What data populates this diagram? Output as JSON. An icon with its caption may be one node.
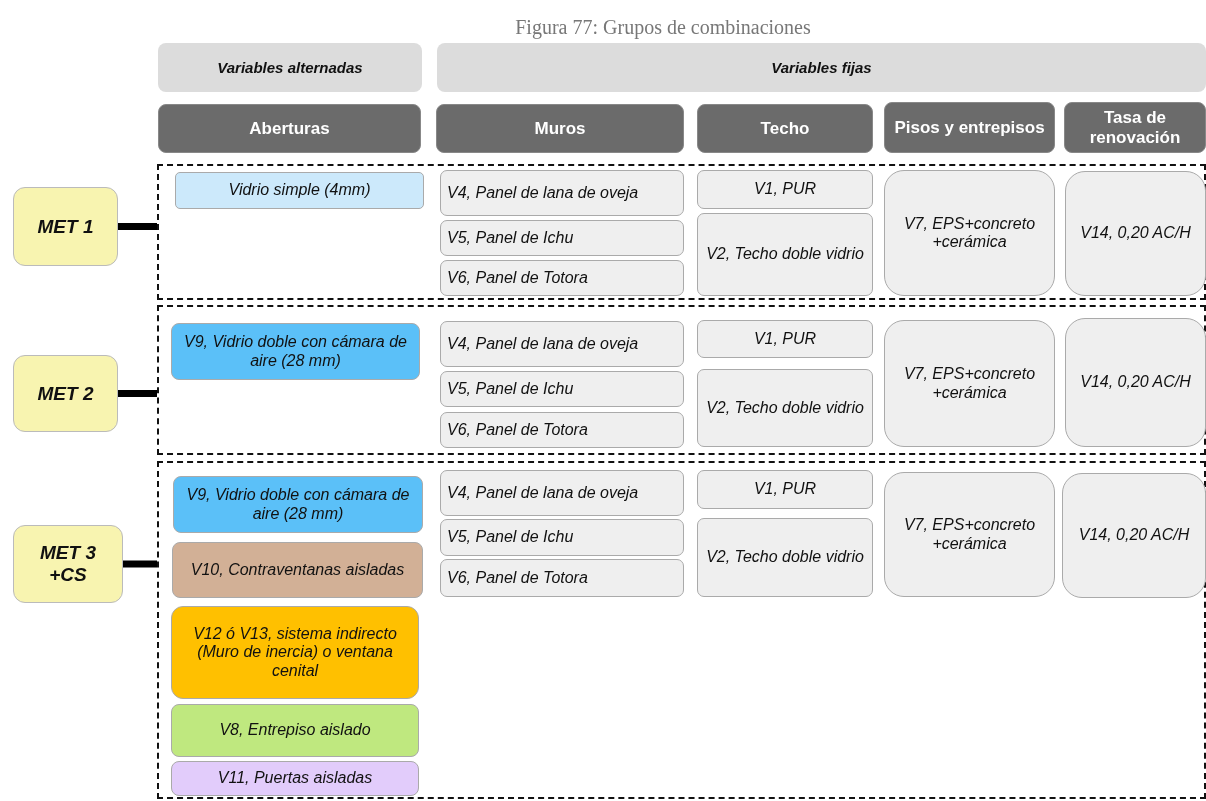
{
  "diagram": {
    "title": "Figura 77: Grupos de combinaciones",
    "nodes": [
      {
        "text": [
          "Variables alternadas"
        ]
      },
      {
        "text": [
          "Variables fijas"
        ]
      },
      {
        "text": [
          "Aberturas"
        ]
      },
      {
        "text": [
          "Muros"
        ]
      },
      {
        "text": [
          "Techo"
        ]
      },
      {
        "text": [
          "Pisos y entrepisos"
        ]
      },
      {
        "text": [
          "Tasa de renovación"
        ]
      },
      {
        "text": [
          "MET 1"
        ]
      },
      {
        "text": [],
        "shape": "box"
      },
      {
        "text": [
          "Vidrio simple (4mm)"
        ],
        "in": 8
      },
      {
        "text": [
          "V4, Panel de lana de oveja"
        ],
        "in": 8
      },
      {
        "text": [
          "V5, Panel de Ichu"
        ],
        "in": 8
      },
      {
        "text": [
          "V6, Panel de Totora"
        ],
        "in": 8
      },
      {
        "text": [
          "V1, PUR"
        ],
        "in": 8
      },
      {
        "text": [
          "V2, Techo doble vidrio"
        ],
        "in": 8
      },
      {
        "text": [
          "V7, EPS+concreto +cerámica"
        ],
        "in": 8
      },
      {
        "text": [
          "V14,  0,20 AC/H"
        ],
        "in": 8
      },
      {
        "text": [
          "MET 2"
        ]
      },
      {
        "text": [],
        "shape": "box"
      },
      {
        "text": [
          "V9, Vidrio doble con cámara de aire (28 mm)"
        ],
        "in": 18
      },
      {
        "text": [
          "V4, Panel de lana de oveja"
        ],
        "in": 18
      },
      {
        "text": [
          "V5, Panel de Ichu"
        ],
        "in": 18
      },
      {
        "text": [
          "V6, Panel de Totora"
        ],
        "in": 18
      },
      {
        "text": [
          "V1, PUR"
        ],
        "in": 18
      },
      {
        "text": [
          "V2, Techo doble vidrio"
        ],
        "in": 18
      },
      {
        "text": [
          "V7, EPS+concreto +cerámica"
        ],
        "in": 18
      },
      {
        "text": [
          "V14,  0,20 AC/H"
        ],
        "in": 18
      },
      {
        "text": [
          "MET 3 +CS"
        ]
      },
      {
        "text": [],
        "shape": "box"
      },
      {
        "text": [
          "V9, Vidrio doble con cámara de aire (28 mm)"
        ],
        "in": 28
      },
      {
        "text": [
          "V10, Contraventanas aisladas"
        ],
        "in": 28
      },
      {
        "text": [
          "V12 ó V13, sistema indirecto (Muro de inercia) o ventana cenital"
        ],
        "in": 28
      },
      {
        "text": [
          "V8, Entrepiso aislado"
        ],
        "in": 28
      },
      {
        "text": [
          "V11, Puertas aisladas"
        ],
        "in": 28
      },
      {
        "text": [
          "V4, Panel de lana de oveja"
        ],
        "in": 28
      },
      {
        "text": [
          "V5, Panel de Ichu"
        ],
        "in": 28
      },
      {
        "text": [
          "V6, Panel de Totora"
        ],
        "in": 28
      },
      {
        "text": [
          "V1, PUR"
        ],
        "in": 28
      },
      {
        "text": [
          "V2, Techo doble vidrio"
        ],
        "in": 28
      },
      {
        "text": [
          "V7, EPS+concreto +cerámica"
        ],
        "in": 28
      },
      {
        "text": [
          "V14,  0,20 AC/H"
        ],
        "in": 28
      }
    ],
    "edges": [
      {
        "from": 7,
        "to": 8,
        "arrow": "none"
      },
      {
        "from": 17,
        "to": 18,
        "arrow": "none"
      },
      {
        "from": 27,
        "to": 28,
        "arrow": "none"
      }
    ]
  }
}
